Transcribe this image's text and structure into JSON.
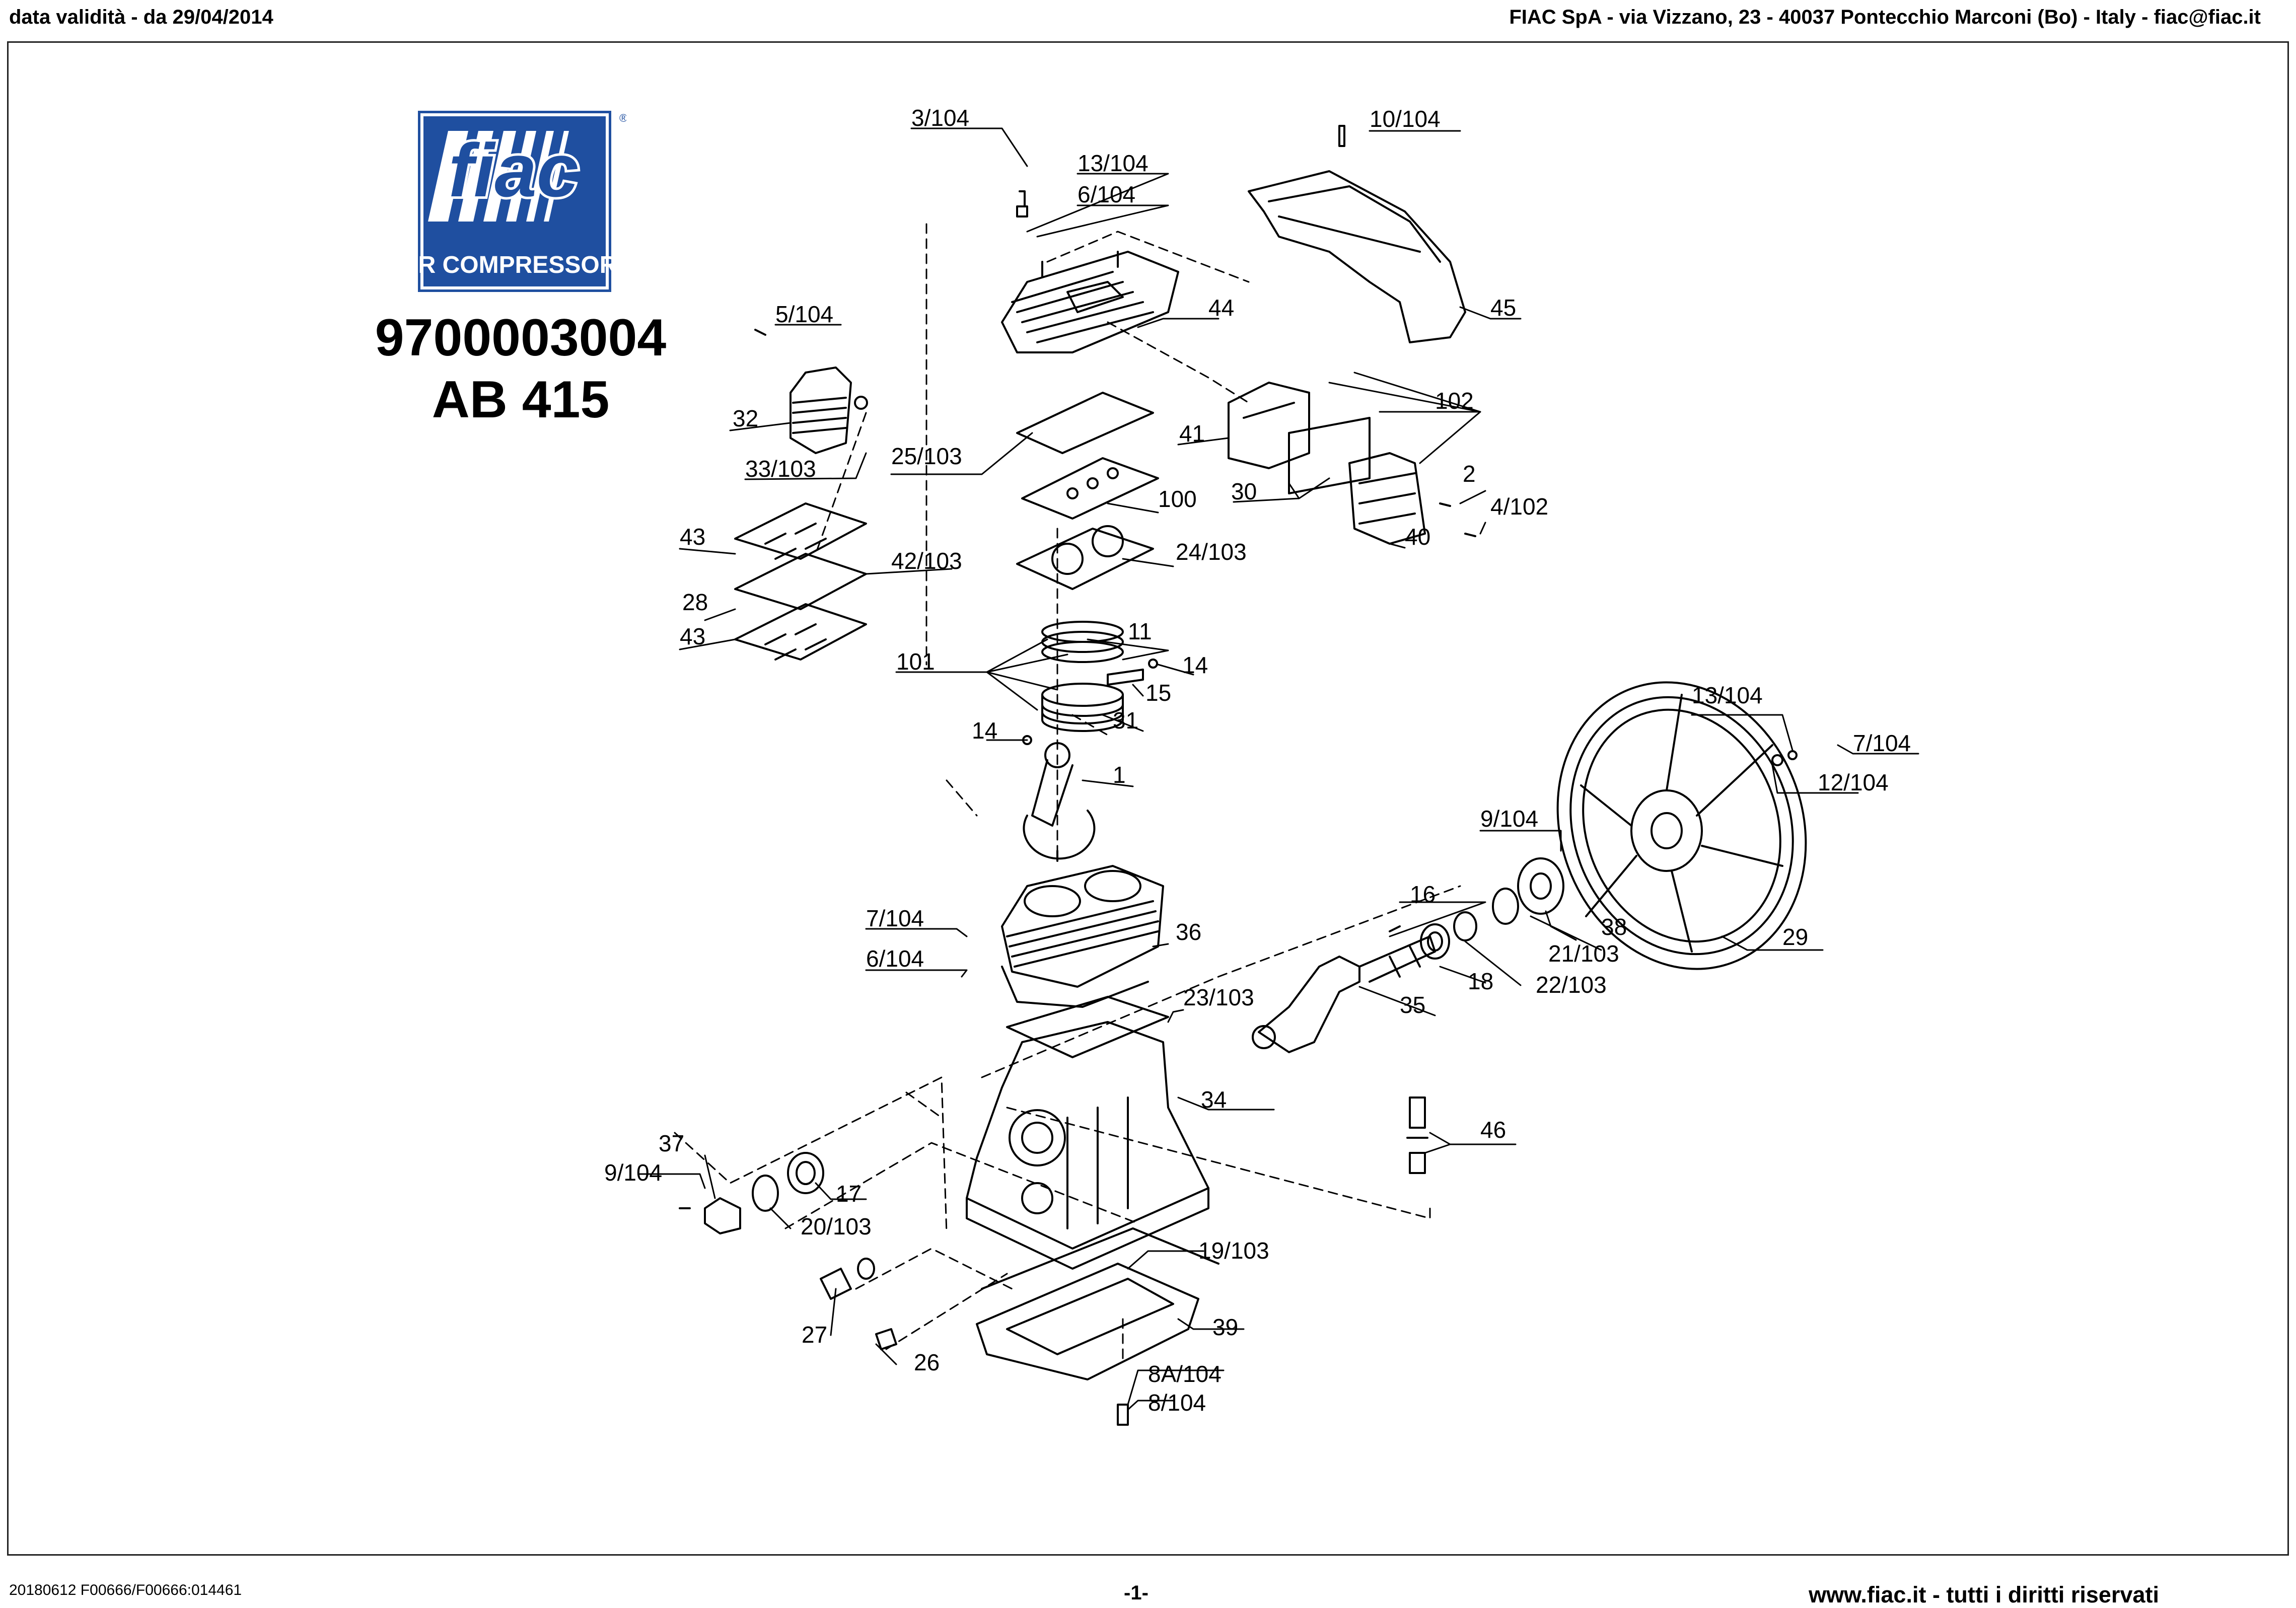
{
  "header": {
    "left": "data validità - da 29/04/2014",
    "right": "FIAC SpA - via Vizzano, 23 - 40037 Pontecchio Marconi (Bo) - Italy - fiac@fiac.it"
  },
  "logo": {
    "brand": "fiac",
    "tagline": "AIR COMPRESSORS",
    "registered": "®"
  },
  "product": {
    "code": "9700003004",
    "model": "AB 415"
  },
  "colors": {
    "logo_blue": "#1f4fa0",
    "logo_white": "#ffffff",
    "line": "#000000"
  },
  "callouts": {
    "c3_104": "3/104",
    "c10_104": "10/104",
    "c13_104a": "13/104",
    "c6_104a": "6/104",
    "c44": "44",
    "c45": "45",
    "c5_104": "5/104",
    "c32": "32",
    "c33_103": "33/103",
    "c25_103": "25/103",
    "c102": "102",
    "c41": "41",
    "c2": "2",
    "c30": "30",
    "c4_102": "4/102",
    "c40": "40",
    "c100": "100",
    "c24_103": "24/103",
    "c43a": "43",
    "c42_103": "42/103",
    "c28": "28",
    "c43b": "43",
    "c11": "11",
    "c101": "101",
    "c14a": "14",
    "c15": "15",
    "c14b": "14",
    "c31": "31",
    "c13_104b": "13/104",
    "c7_104a": "7/104",
    "c12_104": "12/104",
    "c1": "1",
    "c9_104a": "9/104",
    "c16": "16",
    "c7_104b": "7/104",
    "c36": "36",
    "c38": "38",
    "c21_103": "21/103",
    "c29": "29",
    "c6_104b": "6/104",
    "c18": "18",
    "c22_103": "22/103",
    "c23_103": "23/103",
    "c35": "35",
    "c34": "34",
    "c37": "37",
    "c46": "46",
    "c9_104b": "9/104",
    "c17": "17",
    "c20_103": "20/103",
    "c19_103": "19/103",
    "c39": "39",
    "c27": "27",
    "c26": "26",
    "c8A_104": "8A/104",
    "c8_104": "8/104"
  },
  "footer": {
    "left": "20180612 F00666/F00666:014461",
    "center": "-1-",
    "right": "www.fiac.it - tutti i diritti riservati"
  }
}
